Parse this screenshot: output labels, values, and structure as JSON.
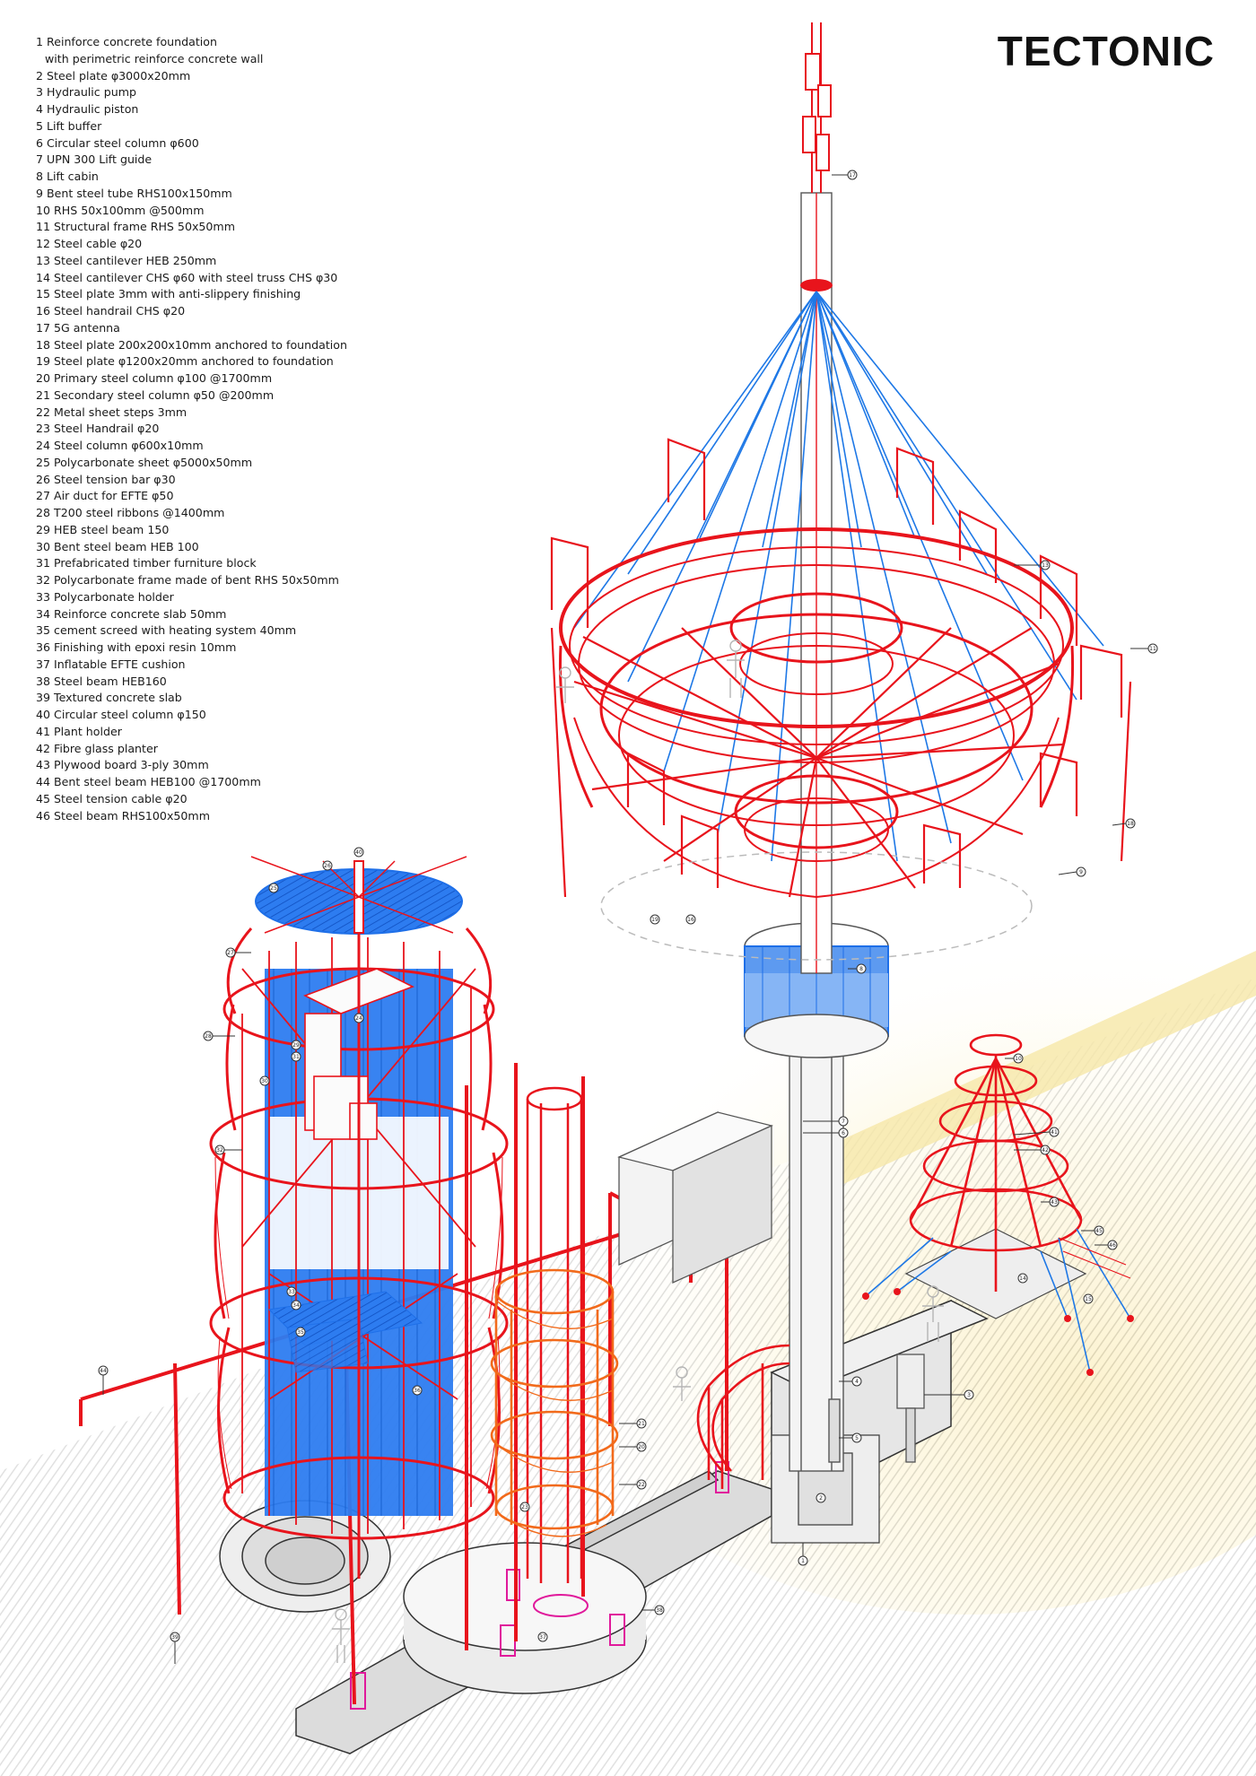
{
  "title": "TECTONIC",
  "legend": [
    {
      "n": "1",
      "text": "Reinforce concrete foundation",
      "cont": "with perimetric reinforce concrete wall"
    },
    {
      "n": "2",
      "text": "Steel plate φ3000x20mm"
    },
    {
      "n": "3",
      "text": "Hydraulic pump"
    },
    {
      "n": "4",
      "text": "Hydraulic piston"
    },
    {
      "n": "5",
      "text": "Lift buffer"
    },
    {
      "n": "6",
      "text": "Circular steel column φ600"
    },
    {
      "n": "7",
      "text": "UPN 300 Lift guide"
    },
    {
      "n": "8",
      "text": "Lift cabin"
    },
    {
      "n": "9",
      "text": "Bent steel tube RHS100x150mm"
    },
    {
      "n": "10",
      "text": "RHS 50x100mm @500mm"
    },
    {
      "n": "11",
      "text": "Structural frame RHS 50x50mm"
    },
    {
      "n": "12",
      "text": "Steel cable φ20"
    },
    {
      "n": "13",
      "text": "Steel cantilever HEB 250mm"
    },
    {
      "n": "14",
      "text": "Steel cantilever CHS φ60 with steel truss CHS φ30"
    },
    {
      "n": "15",
      "text": "Steel plate 3mm with anti-slippery finishing"
    },
    {
      "n": "16",
      "text": "Steel handrail CHS φ20"
    },
    {
      "n": "17",
      "text": "5G antenna"
    },
    {
      "n": "18",
      "text": "Steel plate 200x200x10mm anchored to foundation"
    },
    {
      "n": "19",
      "text": "Steel plate φ1200x20mm anchored to foundation"
    },
    {
      "n": "20",
      "text": "Primary steel column φ100 @1700mm"
    },
    {
      "n": "21",
      "text": "Secondary steel column φ50 @200mm"
    },
    {
      "n": "22",
      "text": "Metal sheet steps 3mm"
    },
    {
      "n": "23",
      "text": "Steel Handrail φ20"
    },
    {
      "n": "24",
      "text": "Steel column φ600x10mm"
    },
    {
      "n": "25",
      "text": "Polycarbonate sheet φ5000x50mm"
    },
    {
      "n": "26",
      "text": "Steel tension bar φ30"
    },
    {
      "n": "27",
      "text": "Air duct for EFTE φ50"
    },
    {
      "n": "28",
      "text": "T200 steel ribbons @1400mm"
    },
    {
      "n": "29",
      "text": "HEB steel beam 150"
    },
    {
      "n": "30",
      "text": "Bent steel beam HEB 100"
    },
    {
      "n": "31",
      "text": "Prefabricated timber furniture block"
    },
    {
      "n": "32",
      "text": "Polycarbonate frame made of bent RHS 50x50mm"
    },
    {
      "n": "33",
      "text": "Polycarbonate holder"
    },
    {
      "n": "34",
      "text": "Reinforce concrete slab 50mm"
    },
    {
      "n": "35",
      "text": "cement screed with heating system 40mm"
    },
    {
      "n": "36",
      "text": "Finishing with epoxi resin 10mm"
    },
    {
      "n": "37",
      "text": "Inflatable EFTE cushion"
    },
    {
      "n": "38",
      "text": "Steel beam HEB160"
    },
    {
      "n": "39",
      "text": "Textured concrete slab"
    },
    {
      "n": "40",
      "text": "Circular steel column φ150"
    },
    {
      "n": "41",
      "text": "Plant holder"
    },
    {
      "n": "42",
      "text": "Fibre glass planter"
    },
    {
      "n": "43",
      "text": "Plywood board 3-ply 30mm"
    },
    {
      "n": "44",
      "text": "Bent steel beam HEB100 @1700mm"
    },
    {
      "n": "45",
      "text": "Steel tension cable φ20"
    },
    {
      "n": "46",
      "text": "Steel beam RHS100x50mm"
    }
  ],
  "callouts": [
    "17",
    "13",
    "11",
    "18",
    "9",
    "19",
    "16",
    "10",
    "14",
    "15",
    "8",
    "7",
    "6",
    "4",
    "5",
    "3",
    "2",
    "1",
    "40",
    "26",
    "25",
    "27",
    "24",
    "28",
    "29",
    "31",
    "30",
    "32",
    "36",
    "33",
    "34",
    "35",
    "21",
    "20",
    "22",
    "23",
    "39",
    "38",
    "37",
    "41",
    "42",
    "43",
    "44",
    "45",
    "46"
  ],
  "colors": {
    "structure": "#e8141c",
    "cable": "#1e78e6",
    "glazing": "#1e6fe8",
    "foundation": "#cfcfcf",
    "glow": "#f7e27a",
    "planter": "#e0199b",
    "stair": "#f26a1b"
  }
}
